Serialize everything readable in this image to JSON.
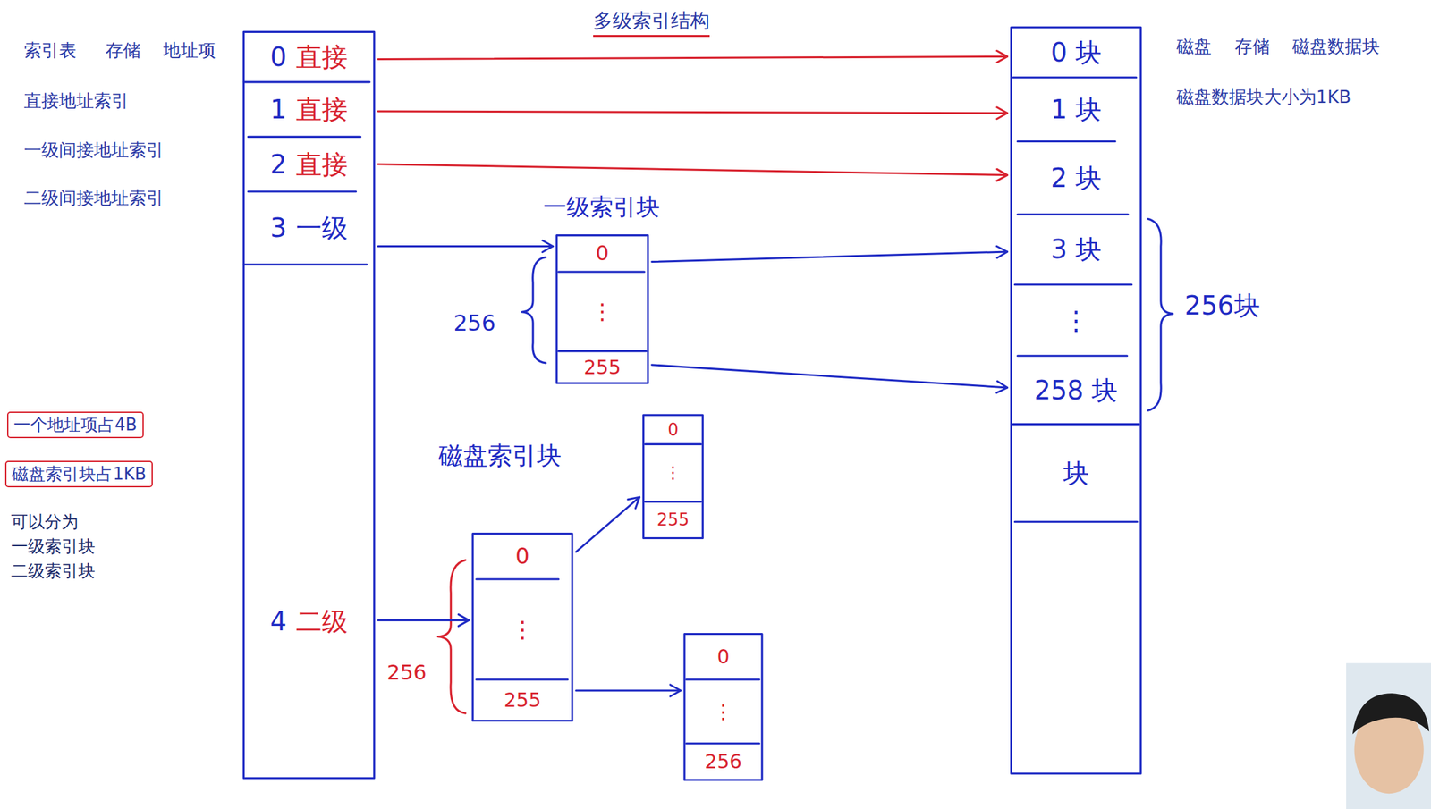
{
  "diagram": {
    "title": "多级索引结构",
    "nodes": [
      {
        "text": [
          "0",
          "直接"
        ]
      },
      {
        "text": [
          "1",
          "直接"
        ]
      },
      {
        "text": [
          "2",
          "直接"
        ]
      },
      {
        "text": [
          "3",
          "一级"
        ]
      },
      {
        "text": [
          "4",
          "二级"
        ]
      },
      {
        "text": [
          "一级索引块"
        ]
      },
      {
        "text": [
          "0"
        ],
        "in": 5
      },
      {
        "text": [
          "⋮"
        ],
        "in": 5
      },
      {
        "text": [
          "255"
        ],
        "in": 5
      },
      {
        "text": [
          "磁盘索引块"
        ]
      },
      {
        "text": [
          "0"
        ],
        "in": 9
      },
      {
        "text": [
          "⋮"
        ],
        "in": 9
      },
      {
        "text": [
          "255"
        ],
        "in": 9
      },
      {
        "text": [
          "0",
          "⋮",
          "255"
        ]
      },
      {
        "text": [
          "0",
          "⋮",
          "256"
        ]
      },
      {
        "text": [
          "0 块"
        ]
      },
      {
        "text": [
          "1 块"
        ]
      },
      {
        "text": [
          "2 块"
        ]
      },
      {
        "text": [
          "3 块"
        ]
      },
      {
        "text": [
          "⋮"
        ]
      },
      {
        "text": [
          "258 块"
        ]
      },
      {
        "text": [
          "块"
        ]
      }
    ],
    "edges": [
      {
        "from": 0,
        "to": 15,
        "arrow": "to"
      },
      {
        "from": 1,
        "to": 16,
        "arrow": "to"
      },
      {
        "from": 2,
        "to": 17,
        "arrow": "to"
      },
      {
        "from": 3,
        "to": 5,
        "arrow": "to"
      },
      {
        "from": 6,
        "to": 18,
        "arrow": "to"
      },
      {
        "from": 8,
        "to": 20,
        "arrow": "to"
      },
      {
        "from": 4,
        "to": 9,
        "arrow": "to"
      },
      {
        "from": 10,
        "to": 13,
        "arrow": "to"
      },
      {
        "from": 12,
        "to": 14,
        "arrow": "to"
      }
    ],
    "labels": [
      "索引表",
      "存储",
      "地址项",
      "直接地址索引",
      "一级间接地址索引",
      "二级间接地址索引",
      "一个地址项占4B",
      "磁盘索引块占1KB",
      "可以分为",
      "一级索引块",
      "二级索引块",
      "磁盘",
      "存储",
      "磁盘数据块",
      "磁盘数据块大小为1KB",
      "256",
      "256",
      "256块"
    ]
  }
}
